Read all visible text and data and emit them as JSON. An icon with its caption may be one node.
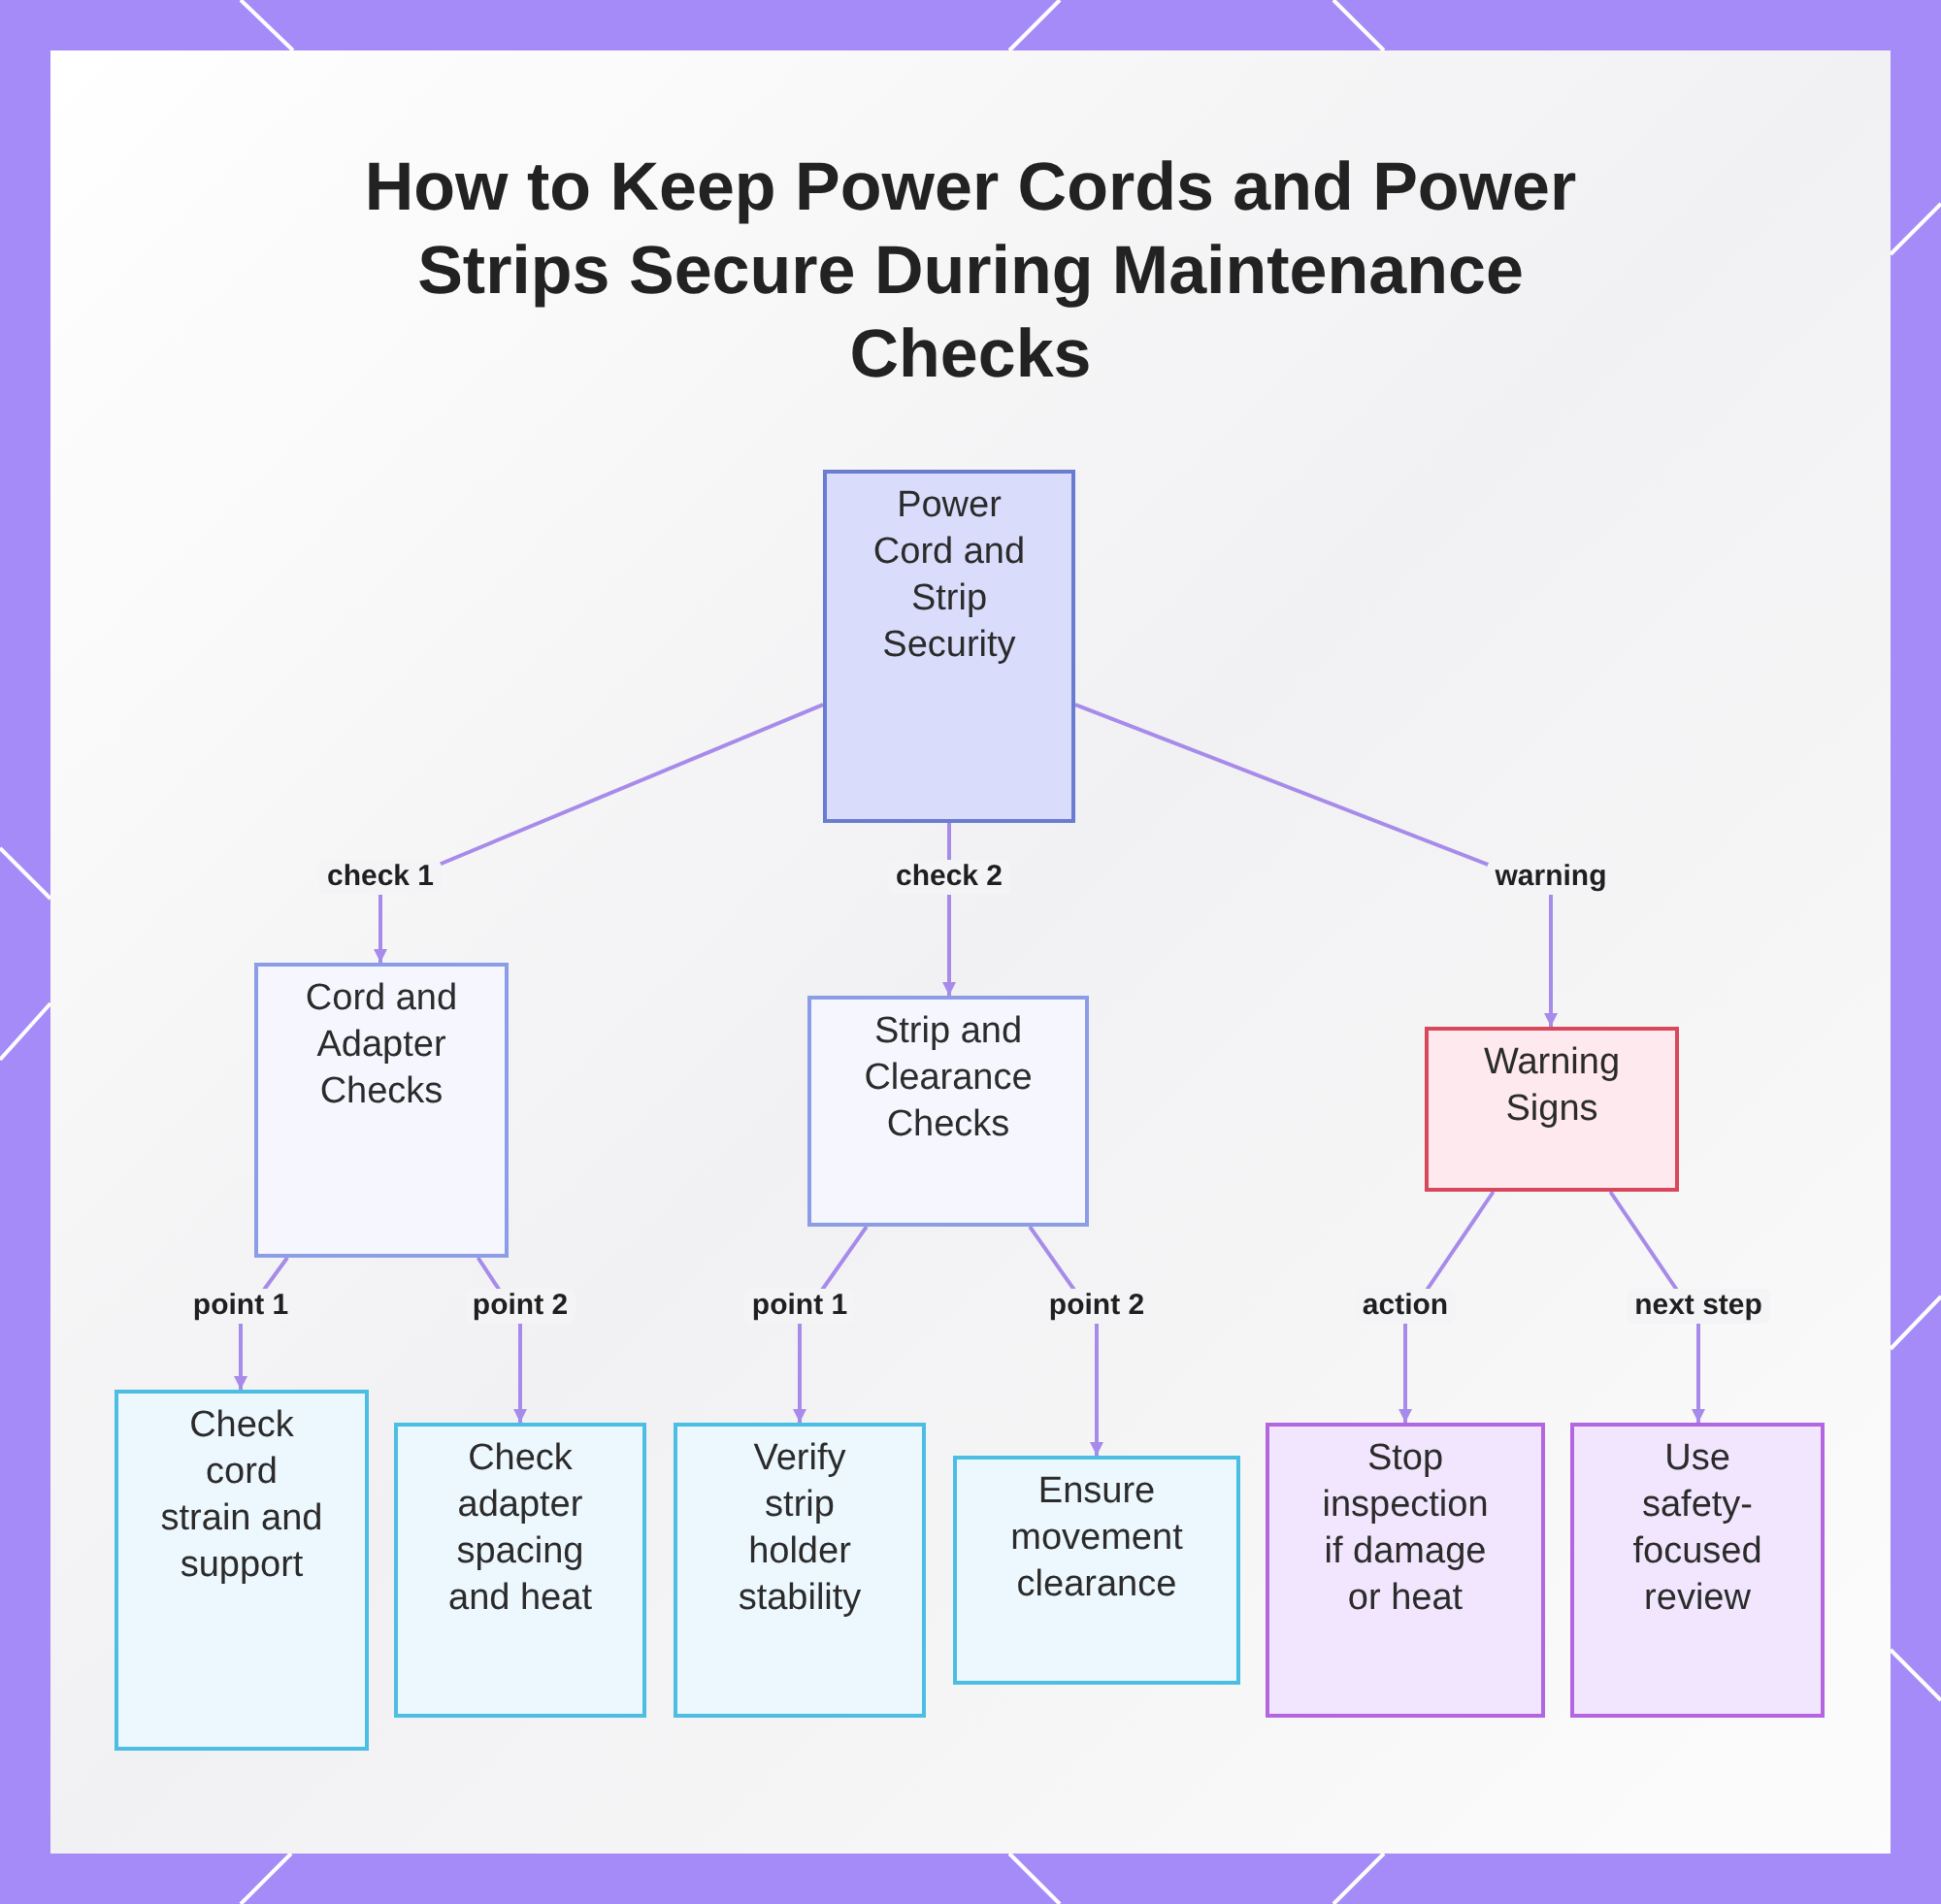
{
  "diagram": {
    "title": "How to Keep Power Cords and Power Strips Secure During Maintenance Checks",
    "nodes": [
      {
        "text": [
          "Power Cord and Strip Security"
        ]
      },
      {
        "text": [
          "Cord and Adapter Checks"
        ]
      },
      {
        "text": [
          "Strip and Clearance Checks"
        ]
      },
      {
        "text": [
          "Warning Signs"
        ]
      },
      {
        "text": [
          "Check cord strain and support"
        ]
      },
      {
        "text": [
          "Check adapter spacing and heat"
        ]
      },
      {
        "text": [
          "Verify strip holder stability"
        ]
      },
      {
        "text": [
          "Ensure movement clearance"
        ]
      },
      {
        "text": [
          "Stop inspection if damage or heat"
        ]
      },
      {
        "text": [
          "Use safety-focused review"
        ]
      }
    ],
    "edges": [
      {
        "from": 0,
        "to": 1,
        "arrow": "to",
        "label": "check 1"
      },
      {
        "from": 0,
        "to": 2,
        "arrow": "to",
        "label": "check 2"
      },
      {
        "from": 0,
        "to": 3,
        "arrow": "to",
        "label": "warning"
      },
      {
        "from": 1,
        "to": 4,
        "arrow": "to",
        "label": "point 1"
      },
      {
        "from": 1,
        "to": 5,
        "arrow": "to",
        "label": "point 2"
      },
      {
        "from": 2,
        "to": 6,
        "arrow": "to",
        "label": "point 1"
      },
      {
        "from": 2,
        "to": 7,
        "arrow": "to",
        "label": "point 2"
      },
      {
        "from": 3,
        "to": 8,
        "arrow": "to",
        "label": "action"
      },
      {
        "from": 3,
        "to": 9,
        "arrow": "to",
        "label": "next step"
      }
    ]
  }
}
